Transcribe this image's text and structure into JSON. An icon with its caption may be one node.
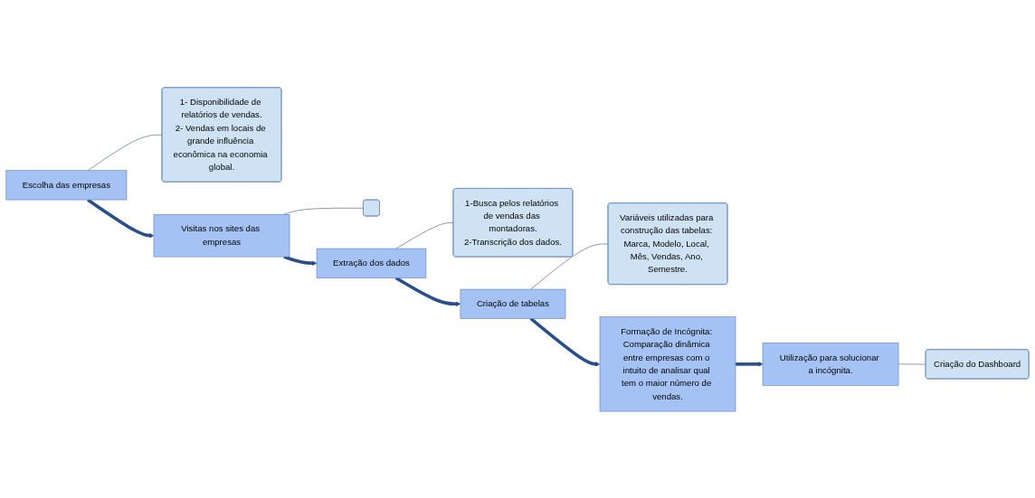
{
  "diagram": {
    "nodes": [
      {
        "text": [
          "Escolha das empresas"
        ]
      },
      {
        "text": [
          "1- Disponibilidade de relatórios de vendas.",
          "2- Vendas em locais de grande influência econômica na economia global."
        ]
      },
      {
        "text": [
          "Visitas nos sites das empresas"
        ]
      },
      {
        "text": [],
        "shape": "box"
      },
      {
        "text": [
          "Extração dos dados"
        ]
      },
      {
        "text": [
          "1-Busca pelos relatórios de vendas das montadoras.",
          "2-Transcrição dos dados."
        ]
      },
      {
        "text": [
          "Criação de tabelas"
        ]
      },
      {
        "text": [
          "Variáveis utilizadas para construção das tabelas: Marca, Modelo, Local, Mês, Vendas, Ano, Semestre."
        ]
      },
      {
        "text": [
          "Formação de Incógnita: Comparação dinâmica entre empresas com o intuito de analisar qual tem o maior número de vendas."
        ]
      },
      {
        "text": [
          "Utilização para solucionar a incógnita."
        ]
      },
      {
        "text": [
          "Criação do Dashboard"
        ]
      }
    ],
    "edges": [
      {
        "from": 0,
        "to": 2,
        "arrow": "to",
        "style": "thick",
        "color": "#284e8c"
      },
      {
        "from": 2,
        "to": 4,
        "arrow": "to",
        "style": "thick",
        "color": "#284e8c"
      },
      {
        "from": 4,
        "to": 6,
        "arrow": "to",
        "style": "thick",
        "color": "#284e8c"
      },
      {
        "from": 6,
        "to": 8,
        "arrow": "to",
        "style": "thick",
        "color": "#284e8c"
      },
      {
        "from": 8,
        "to": 9,
        "arrow": "to",
        "style": "thick",
        "color": "#284e8c"
      },
      {
        "from": 0,
        "to": 1,
        "arrow": "none"
      },
      {
        "from": 2,
        "to": 3,
        "arrow": "none"
      },
      {
        "from": 4,
        "to": 5,
        "arrow": "none"
      },
      {
        "from": 6,
        "to": 7,
        "arrow": "none"
      },
      {
        "from": 9,
        "to": 10,
        "arrow": "none"
      }
    ]
  }
}
